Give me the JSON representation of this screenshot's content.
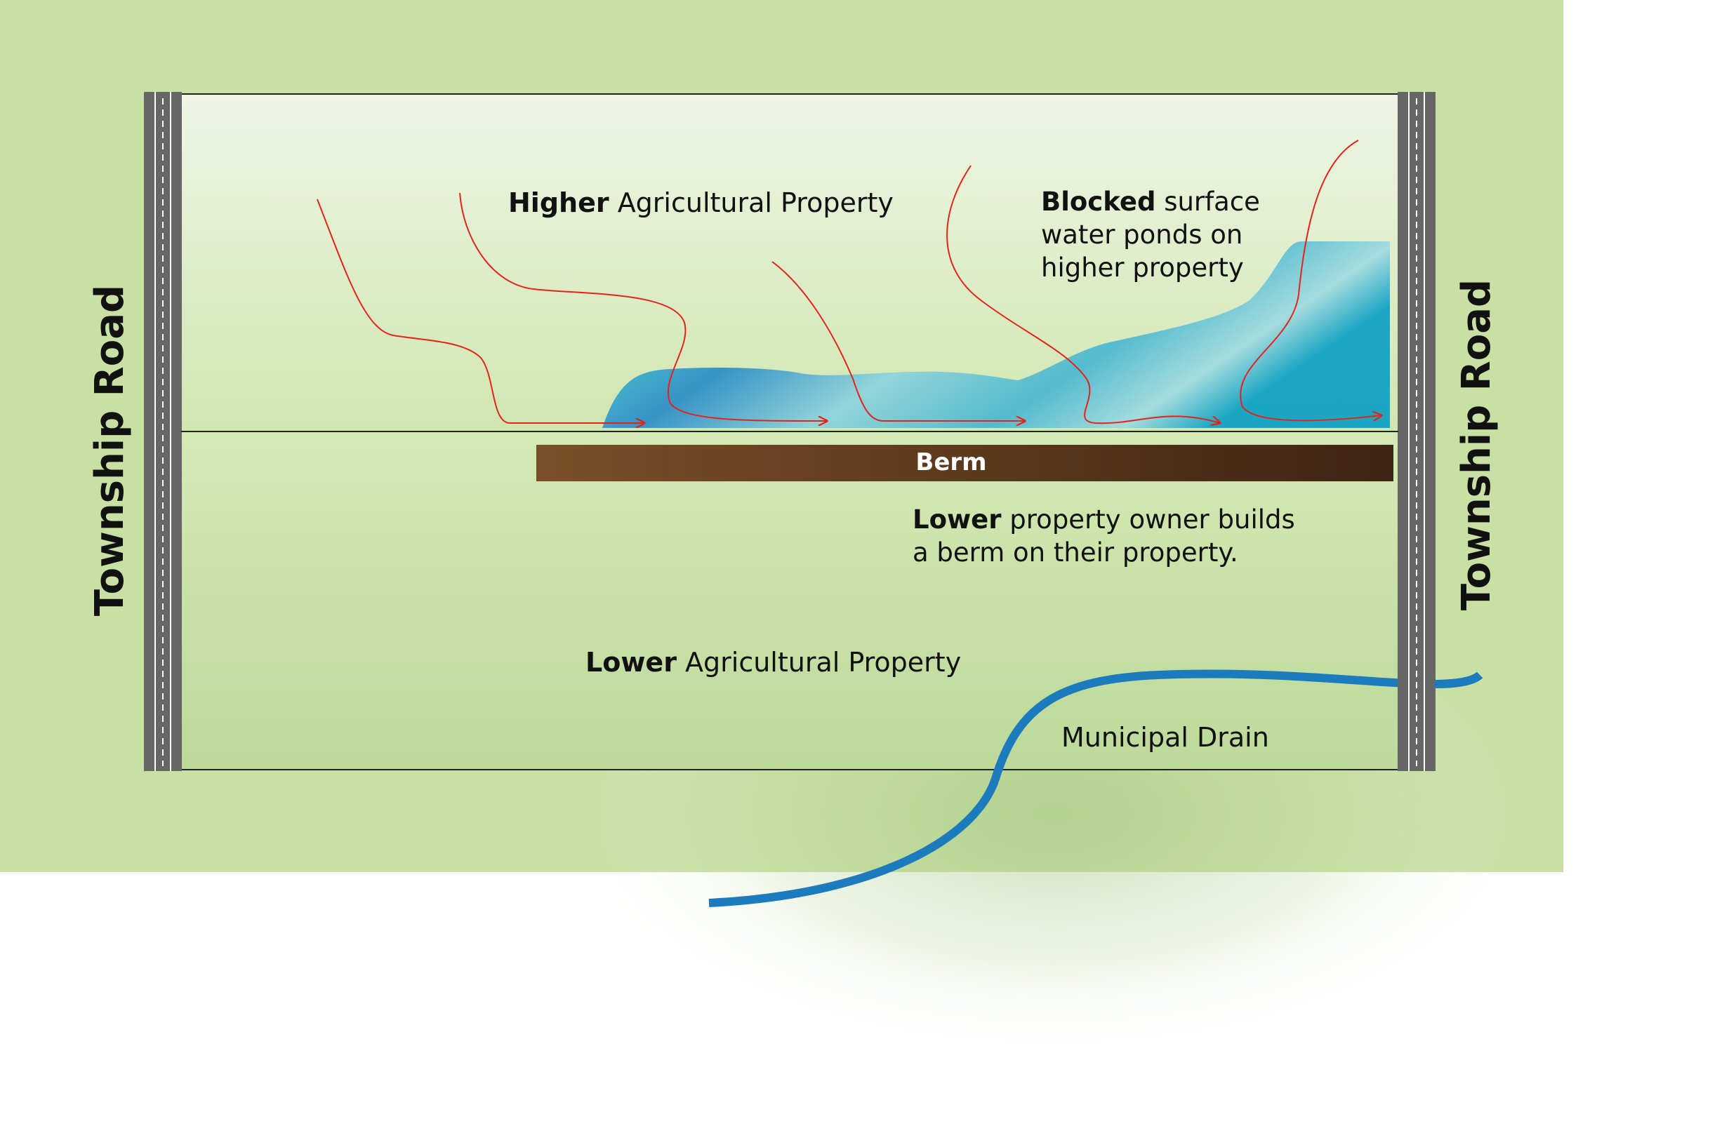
{
  "colors": {
    "field_green": "#c8e0a3",
    "higher_property_light": "#eef5e4",
    "road_gray": "#666666",
    "water_blue": "#2fa9c4",
    "berm_brown_start": "#7a4f28",
    "berm_brown_end": "#3e2412",
    "flow_arrow_red": "#e4231b",
    "drain_blue": "#1c7bbd"
  },
  "roads": {
    "left_label": "Township Road",
    "right_label": "Township Road"
  },
  "higher_property": {
    "label_bold": "Higher",
    "label_rest": " Agricultural Property"
  },
  "pond_note": {
    "line1_bold": "Blocked",
    "line1_rest": " surface",
    "line2": "water ponds on",
    "line3": "higher property"
  },
  "berm": {
    "label": "Berm"
  },
  "berm_note": {
    "line1_bold": "Lower",
    "line1_rest": " property owner builds",
    "line2": "a berm on their property."
  },
  "lower_property": {
    "label_bold": "Lower",
    "label_rest": " Agricultural Property"
  },
  "drain": {
    "label": "Municipal Drain"
  },
  "icons": [
    "flow-arrow-icon"
  ]
}
